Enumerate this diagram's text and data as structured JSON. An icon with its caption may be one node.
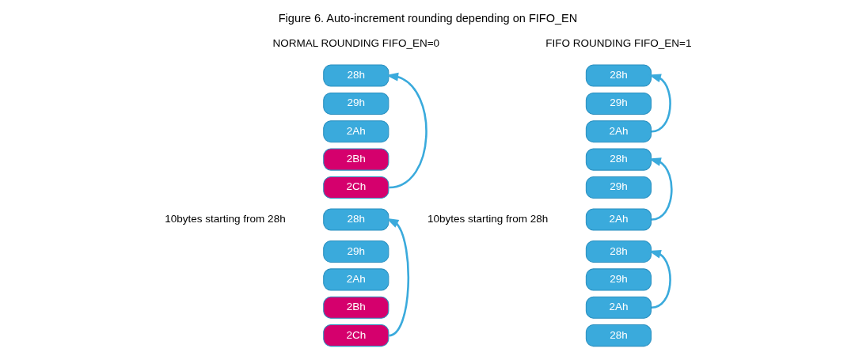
{
  "diagram": {
    "title": "Figure 6. Auto-increment rounding depending on FIFO_EN",
    "nodes": [
      {
        "text": [
          "28h"
        ]
      },
      {
        "text": [
          "29h"
        ]
      },
      {
        "text": [
          "2Ah"
        ]
      },
      {
        "text": [
          "2Bh"
        ]
      },
      {
        "text": [
          "2Ch"
        ]
      },
      {
        "text": [
          "28h"
        ]
      },
      {
        "text": [
          "29h"
        ]
      },
      {
        "text": [
          "2Ah"
        ]
      },
      {
        "text": [
          "2Bh"
        ]
      },
      {
        "text": [
          "2Ch"
        ]
      },
      {
        "text": [
          "28h"
        ]
      },
      {
        "text": [
          "29h"
        ]
      },
      {
        "text": [
          "2Ah"
        ]
      },
      {
        "text": [
          "28h"
        ]
      },
      {
        "text": [
          "29h"
        ]
      },
      {
        "text": [
          "2Ah"
        ]
      },
      {
        "text": [
          "28h"
        ]
      },
      {
        "text": [
          "29h"
        ]
      },
      {
        "text": [
          "2Ah"
        ]
      },
      {
        "text": [
          "28h"
        ]
      }
    ],
    "edges": [
      {
        "from": 4,
        "to": 0,
        "arrow": "to"
      },
      {
        "from": 9,
        "to": 5,
        "arrow": "to"
      },
      {
        "from": 12,
        "to": 10,
        "arrow": "to"
      },
      {
        "from": 15,
        "to": 13,
        "arrow": "to"
      },
      {
        "from": 18,
        "to": 16,
        "arrow": "to"
      }
    ],
    "labels": [
      "NORMAL ROUNDING FIFO_EN=0",
      "FIFO ROUNDING FIFO_EN=1",
      "10bytes starting from 28h",
      "10bytes starting from 28h"
    ]
  }
}
